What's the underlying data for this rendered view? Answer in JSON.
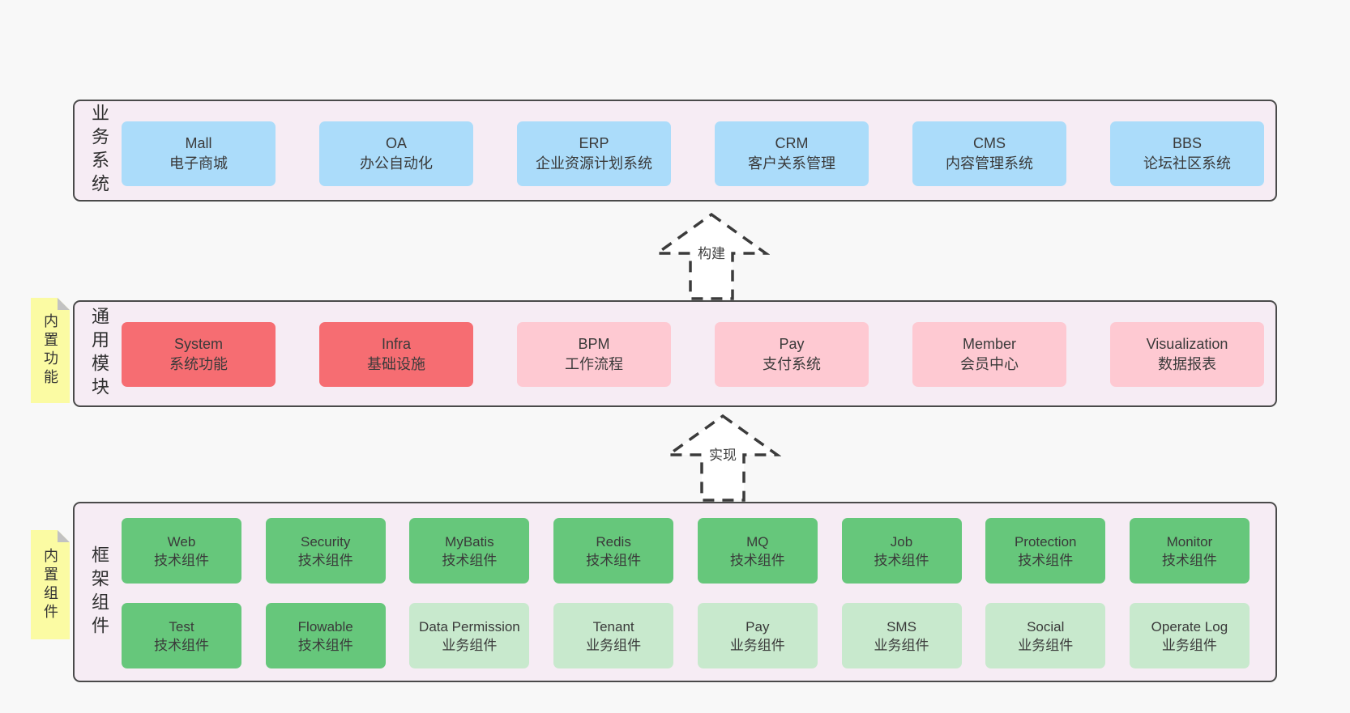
{
  "diagram": {
    "layers": [
      {
        "side_label": "业务系统",
        "boxes": [
          {
            "title": "Mall",
            "subtitle": "电子商城"
          },
          {
            "title": "OA",
            "subtitle": "办公自动化"
          },
          {
            "title": "ERP",
            "subtitle": "企业资源计划系统"
          },
          {
            "title": "CRM",
            "subtitle": "客户关系管理"
          },
          {
            "title": "CMS",
            "subtitle": "内容管理系统"
          },
          {
            "title": "BBS",
            "subtitle": "论坛社区系统"
          }
        ]
      },
      {
        "side_label": "通用模块",
        "note": "内置功能",
        "boxes": [
          {
            "title": "System",
            "subtitle": "系统功能"
          },
          {
            "title": "Infra",
            "subtitle": "基础设施"
          },
          {
            "title": "BPM",
            "subtitle": "工作流程"
          },
          {
            "title": "Pay",
            "subtitle": "支付系统"
          },
          {
            "title": "Member",
            "subtitle": "会员中心"
          },
          {
            "title": "Visualization",
            "subtitle": "数据报表"
          }
        ]
      },
      {
        "side_label": "框架组件",
        "note": "内置组件",
        "box_rows": [
          [
            {
              "title": "Web",
              "subtitle": "技术组件"
            },
            {
              "title": "Security",
              "subtitle": "技术组件"
            },
            {
              "title": "MyBatis",
              "subtitle": "技术组件"
            },
            {
              "title": "Redis",
              "subtitle": "技术组件"
            },
            {
              "title": "MQ",
              "subtitle": "技术组件"
            },
            {
              "title": "Job",
              "subtitle": "技术组件"
            },
            {
              "title": "Protection",
              "subtitle": "技术组件"
            },
            {
              "title": "Monitor",
              "subtitle": "技术组件"
            }
          ],
          [
            {
              "title": "Test",
              "subtitle": "技术组件"
            },
            {
              "title": "Flowable",
              "subtitle": "技术组件"
            },
            {
              "title": "Data Permission",
              "subtitle": "业务组件"
            },
            {
              "title": "Tenant",
              "subtitle": "业务组件"
            },
            {
              "title": "Pay",
              "subtitle": "业务组件"
            },
            {
              "title": "SMS",
              "subtitle": "业务组件"
            },
            {
              "title": "Social",
              "subtitle": "业务组件"
            },
            {
              "title": "Operate Log",
              "subtitle": "业务组件"
            }
          ]
        ]
      }
    ],
    "arrows": [
      {
        "label": "构建"
      },
      {
        "label": "实现"
      }
    ],
    "colors": {
      "page_bg": "#f8f8f8",
      "panel_bg": "#f6ecf4",
      "panel_border": "#4a4a4a",
      "business_blue": "#abdcfa",
      "core_red": "#f66d72",
      "module_pink": "#fec9d2",
      "tech_green": "#66c77b",
      "biz_light_green": "#c8e9cd",
      "note_yellow": "#fbfba3",
      "note_fold_gray": "#c2c2c2",
      "text_dark": "#3a3a3a"
    }
  }
}
